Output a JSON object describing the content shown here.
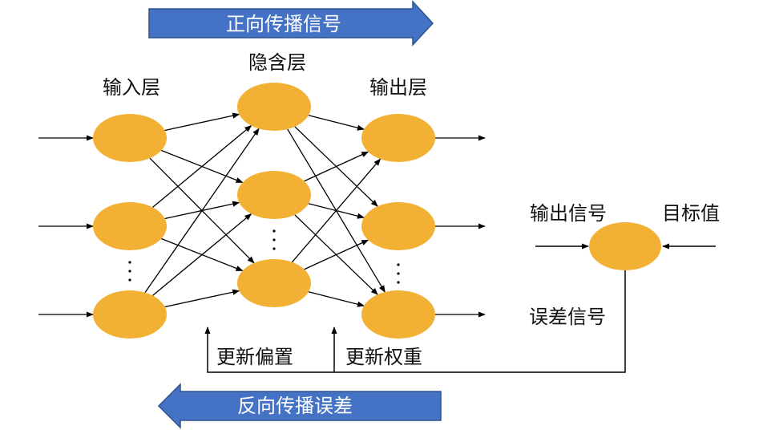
{
  "forward_banner": {
    "text": "正向传播信号"
  },
  "backward_banner": {
    "text": "反向传播误差"
  },
  "layers": {
    "input": "输入层",
    "hidden": "隐含层",
    "output": "输出层"
  },
  "error_unit": {
    "output_signal": "输出信号",
    "target_value": "目标值",
    "error_signal": "误差信号"
  },
  "updates": {
    "bias": "更新偏置",
    "weights": "更新权重"
  },
  "colors": {
    "node_fill": "#F2B134",
    "banner_fill": "#4472C4",
    "banner_stroke": "#2F528F",
    "line": "#000000"
  }
}
